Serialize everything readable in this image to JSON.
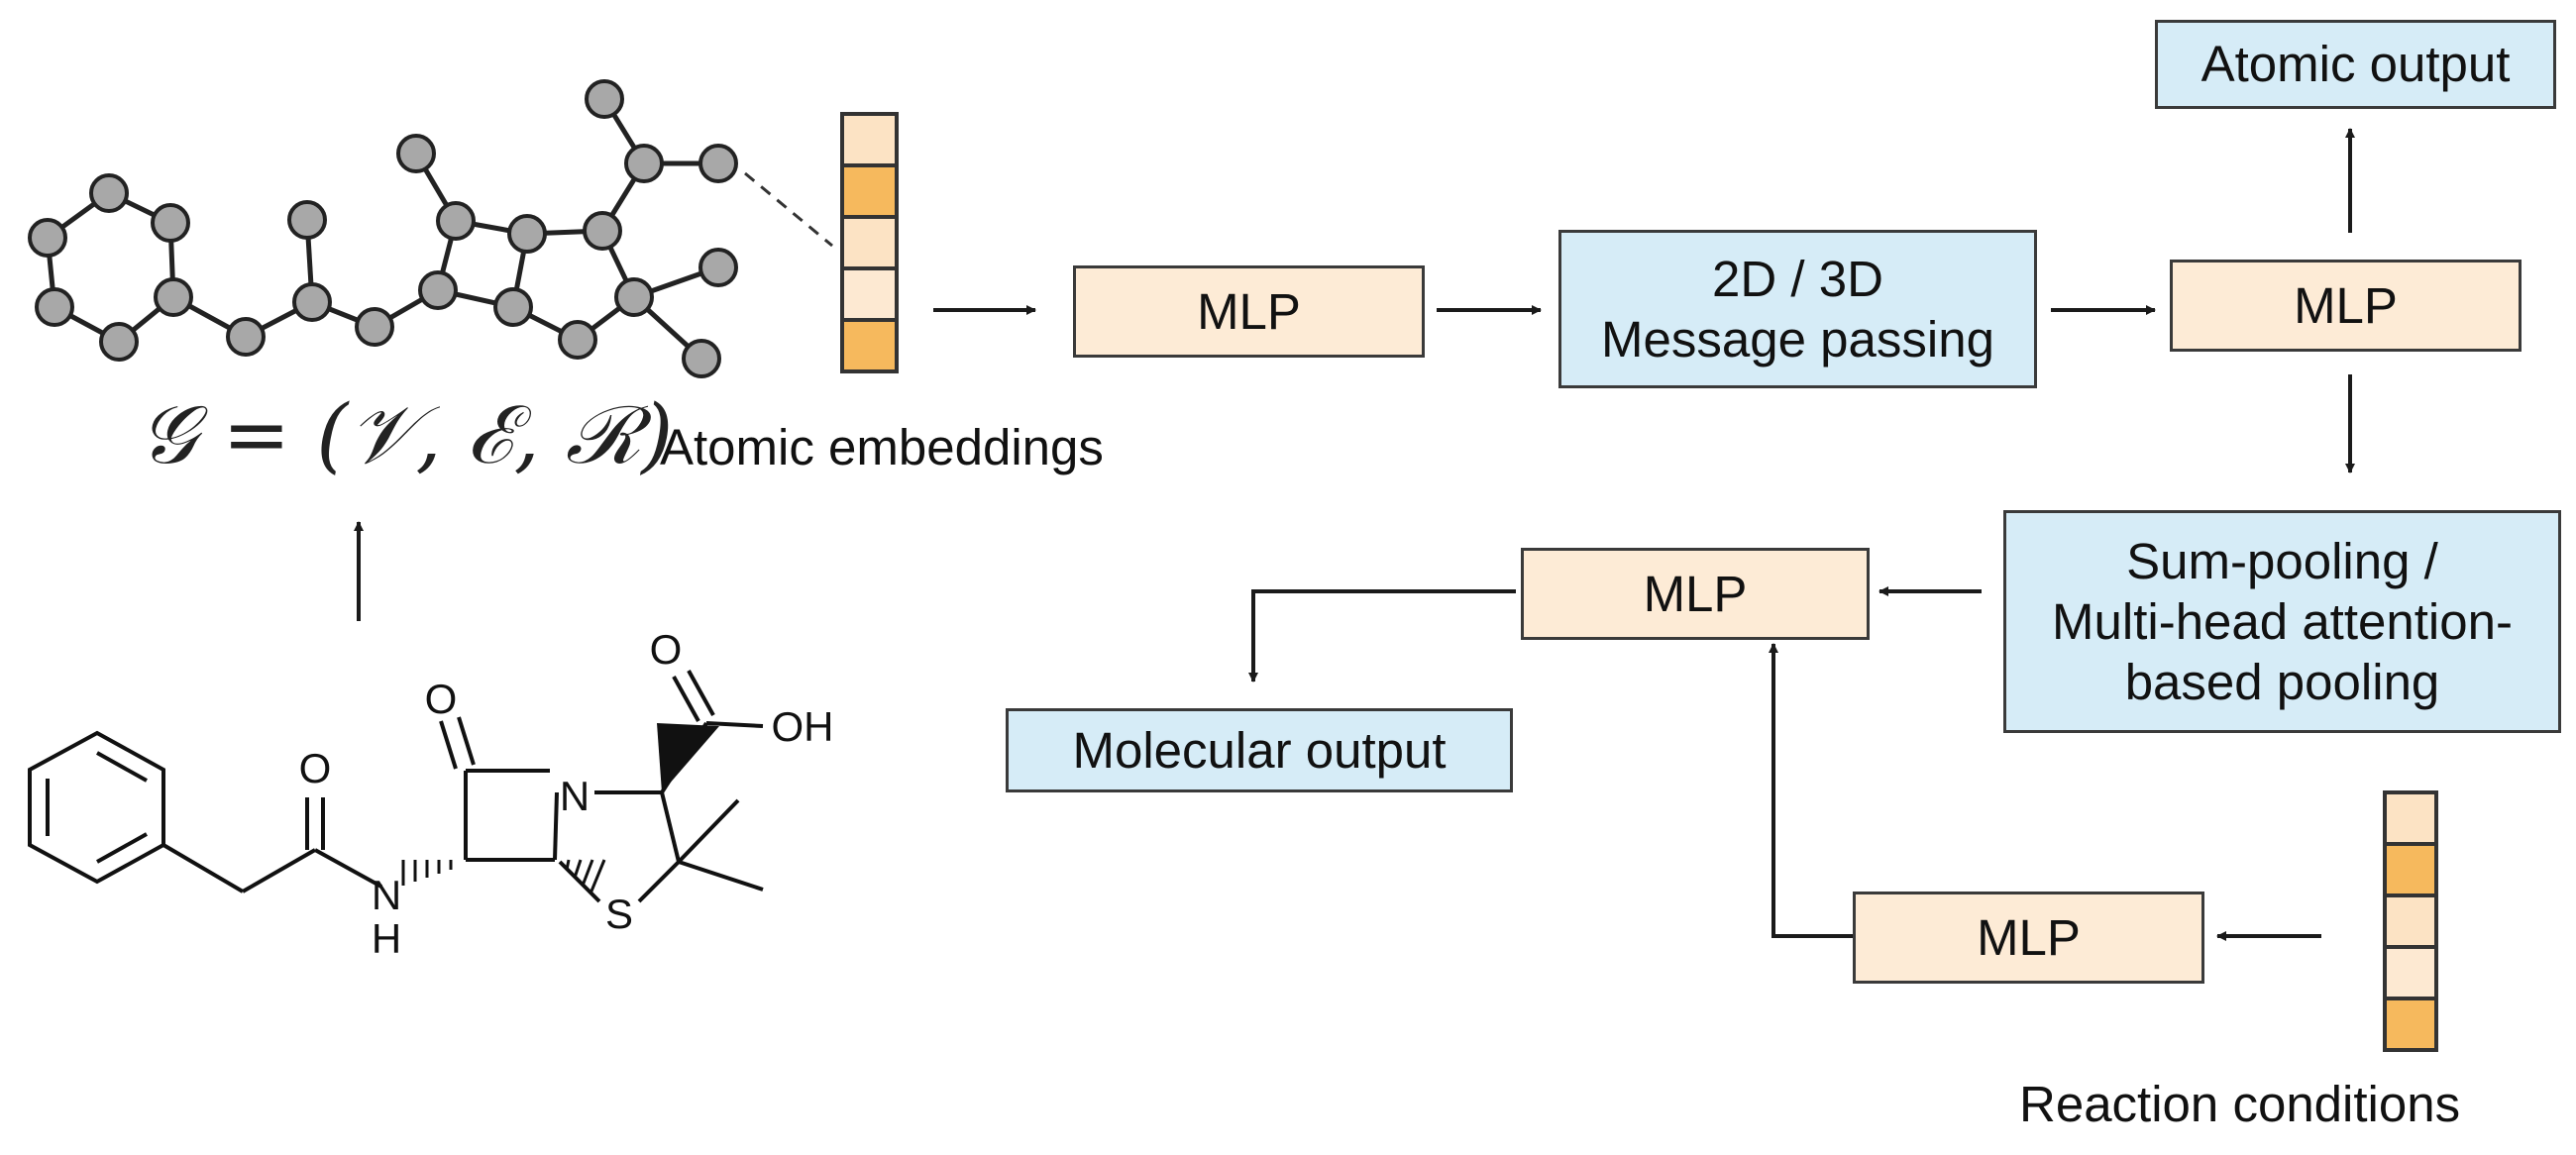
{
  "formula": "𝒢 = (𝒱, ℰ, ℛ)",
  "labels": {
    "atomic_embeddings": "Atomic embeddings",
    "reaction_conditions": "Reaction conditions"
  },
  "boxes": {
    "mlp_1": "MLP",
    "message_passing_line1": "2D / 3D",
    "message_passing_line2": "Message passing",
    "mlp_2": "MLP",
    "atomic_output": "Atomic output",
    "pooling_line1": "Sum-pooling /",
    "pooling_line2": "Multi-head attention-",
    "pooling_line3": "based pooling",
    "mlp_3": "MLP",
    "molecular_output": "Molecular output",
    "mlp_4": "MLP"
  },
  "molecule": {
    "atom_o_1": "O",
    "atom_o_2": "O",
    "atom_oh": "OH",
    "atom_n": "N",
    "atom_n_amide": "N",
    "atom_h": "H",
    "atom_s": "S"
  },
  "colors": {
    "mlp_fill": "#fdebd6",
    "blue_fill": "#d6ecf7",
    "embedding_light": "#fce3c4",
    "embedding_dark": "#f6b95d",
    "graph_node": "#a8a8a8"
  }
}
